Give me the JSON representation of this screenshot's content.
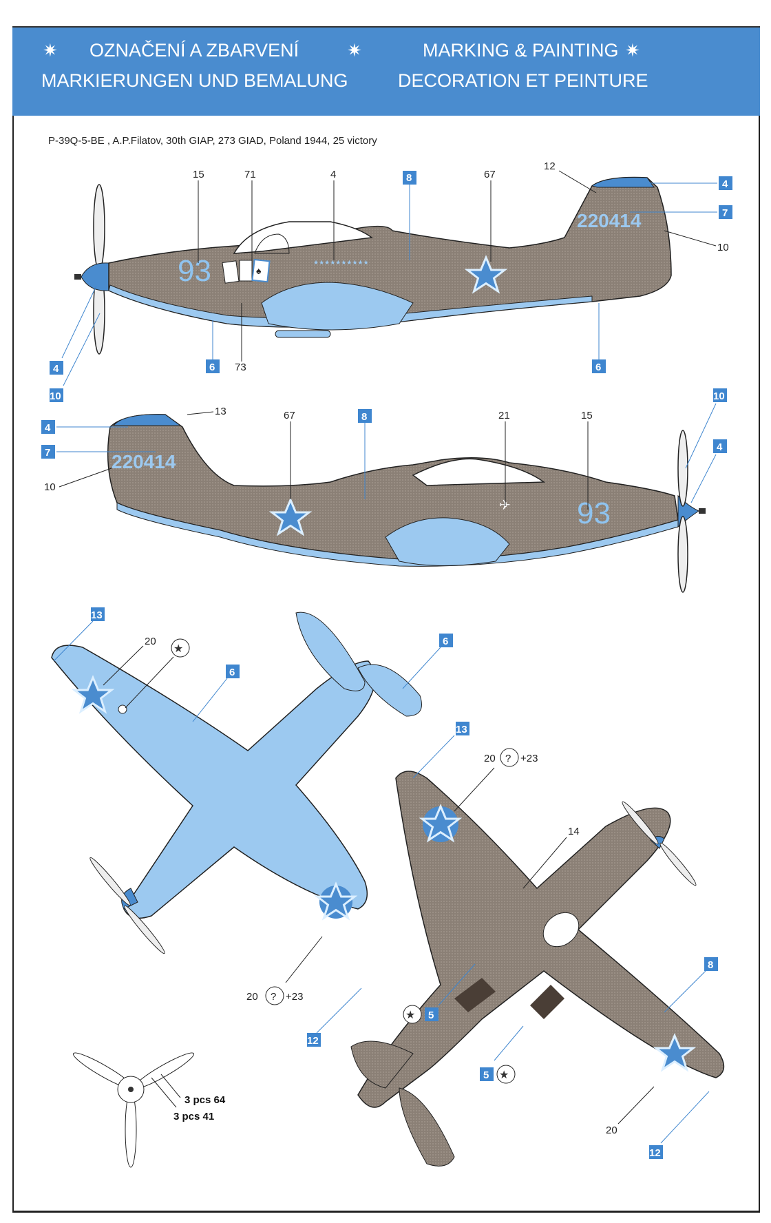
{
  "header": {
    "title_cz": "OZNAČENÍ A ZBARVENÍ",
    "title_en": "MARKING & PAINTING",
    "title_de": "MARKIERUNGEN UND BEMALUNG",
    "title_fr": "DECORATION ET PEINTURE",
    "star_glyph": "✷"
  },
  "subtitle": "P-39Q-5-BE , A.P.Filatov, 30th GIAP, 273 GIAD, Poland 1944, 25 victory",
  "colors": {
    "header_blue": "#4a8ccf",
    "olive_drab": "#8b8076",
    "light_blue": "#9cc9f0",
    "insignia_blue": "#4a8ccf",
    "callout_box": "#3f86cf"
  },
  "left_side_view": {
    "fuselage_code": "93",
    "tail_serial": "220414",
    "callouts": [
      "15",
      "71",
      "4",
      "67",
      "12",
      "10",
      "73"
    ],
    "paint_boxes": [
      "8",
      "4",
      "7",
      "6",
      "6",
      "4",
      "10"
    ]
  },
  "right_side_view": {
    "fuselage_code": "93",
    "tail_serial": "220414",
    "callouts": [
      "13",
      "67",
      "21",
      "15",
      "10"
    ],
    "paint_boxes": [
      "4",
      "7",
      "8",
      "10",
      "4"
    ]
  },
  "bottom_view": {
    "callouts": [
      "20",
      "20",
      "+23"
    ],
    "paint_boxes": [
      "13",
      "6",
      "6",
      "12"
    ],
    "question_glyph": "?"
  },
  "top_view": {
    "callouts": [
      "20",
      "+23",
      "14",
      "20"
    ],
    "paint_boxes": [
      "13",
      "8",
      "5",
      "5",
      "12"
    ]
  },
  "propeller": {
    "note_1": "3 pcs 64",
    "note_2": "3 pcs 41"
  }
}
